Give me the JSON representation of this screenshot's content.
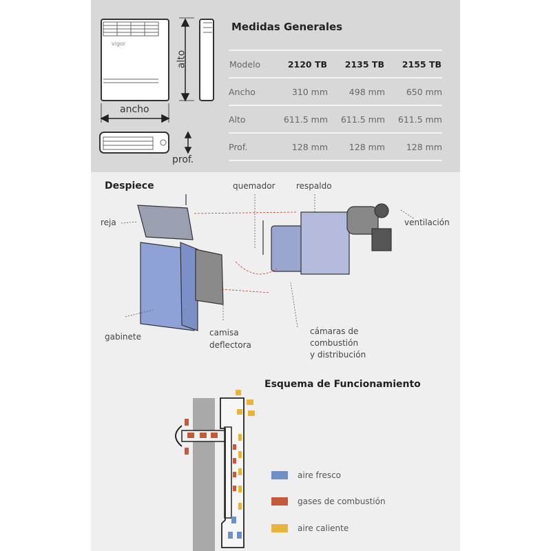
{
  "dimensions": {
    "title": "Medidas Generales",
    "labels": {
      "alto": "alto",
      "ancho": "ancho",
      "prof": "prof."
    },
    "brand": "vigor",
    "header": [
      "Modelo",
      "2120 TB",
      "2135 TB",
      "2155 TB"
    ],
    "rows": [
      [
        "Ancho",
        "310 mm",
        "498 mm",
        "650 mm"
      ],
      [
        "Alto",
        "611.5 mm",
        "611.5 mm",
        "611.5 mm"
      ],
      [
        "Prof.",
        "128 mm",
        "128 mm",
        "128 mm"
      ]
    ]
  },
  "exploded": {
    "title": "Despiece",
    "parts": {
      "reja": "reja",
      "quemador": "quemador",
      "respaldo": "respaldo",
      "ventilacion": "ventilación",
      "gabinete": "gabinete",
      "camisa1": "camisa",
      "camisa2": "deflectora",
      "camaras1": "cámaras de",
      "camaras2": "combustión",
      "camaras3": "y distribución"
    }
  },
  "scheme": {
    "title": "Esquema de Funcionamiento",
    "legend": [
      {
        "label": "aire fresco",
        "color": "#6f8fc8"
      },
      {
        "label": "gases de combustión",
        "color": "#c45a3c"
      },
      {
        "label": "aire caliente",
        "color": "#e9b43c"
      }
    ]
  }
}
